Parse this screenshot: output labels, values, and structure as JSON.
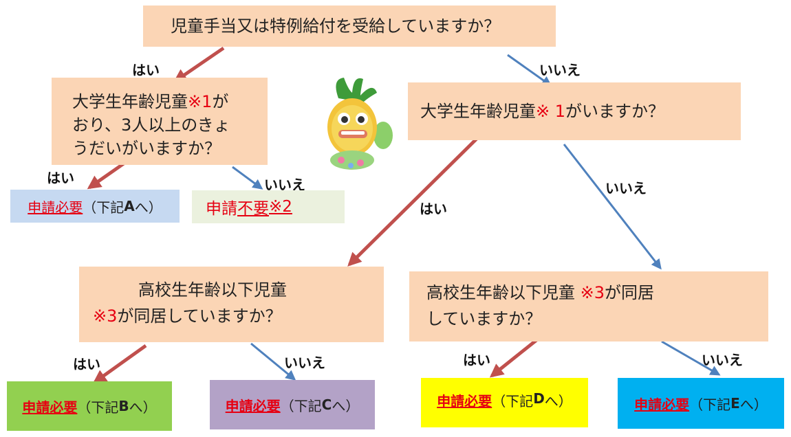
{
  "colors": {
    "question_box": "#fbd5b5",
    "arrow_red": "#c0504d",
    "arrow_blue": "#4f81bd",
    "result_a": "#c6d9f1",
    "result_not_required": "#ebf1de",
    "result_b": "#92d050",
    "result_c": "#b3a2c7",
    "result_d": "#ffff00",
    "result_e": "#00b0f0",
    "highlight_text": "#e60012"
  },
  "q1": {
    "text": "児童手当又は特例給付を受給していますか？"
  },
  "q2": {
    "line1_pre": "大学生年齢児童",
    "line1_mark": "※1",
    "line1_post": "が",
    "line2": "おり、3人以上のきょ",
    "line3": "うだいがいますか？"
  },
  "q3": {
    "pre": "大学生年齢児童",
    "mark": "※ 1",
    "post": "がいますか？"
  },
  "q4": {
    "line1": "高校生年齢以下児童",
    "line2_mark": "※3",
    "line2_post": "が同居していますか？"
  },
  "q5": {
    "line1_pre": "高校生年齢以下児童 ",
    "line1_mark": "※3",
    "line1_post": "が同居",
    "line2": "していますか？"
  },
  "labels": {
    "yes": "はい",
    "no": "いいえ"
  },
  "results": {
    "a": {
      "required": "申請必要",
      "ref_open": "（下記",
      "letter": "A",
      "ref_close": "へ）"
    },
    "not_required": {
      "pre": "申請",
      "not_required": "不要",
      "mark": "※2"
    },
    "b": {
      "required": "申請必要",
      "ref_open": "（下記",
      "letter": "B",
      "ref_close": "へ）"
    },
    "c": {
      "required": "申請必要",
      "ref_open": "（下記",
      "letter": "C",
      "ref_close": "へ）"
    },
    "d": {
      "required": "申請必要",
      "ref_open": "（下記 ",
      "letter": "D",
      "ref_close": "へ）"
    },
    "e": {
      "required": "申請必要",
      "ref_open": "（下記",
      "letter": "E",
      "ref_close": "へ）"
    }
  }
}
